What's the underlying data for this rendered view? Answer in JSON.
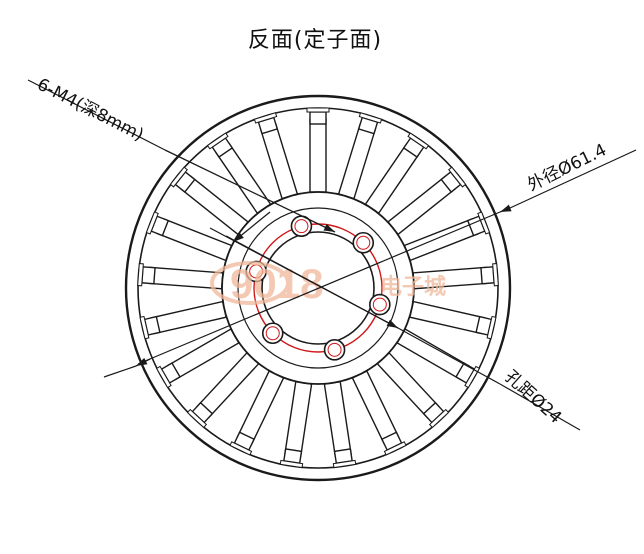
{
  "drawing": {
    "title": "反面(定子面)",
    "labels": {
      "thread_holes": "6-M4(深8mm)",
      "outer_diameter": "外径Ø61.4",
      "hole_spacing": "孔距Ø24"
    },
    "watermark": {
      "number": "9018",
      "text": "电子城"
    },
    "colors": {
      "lines": "#1a1a1a",
      "pitch_circle": "#d01818",
      "watermark": "#f0b89a"
    },
    "counts": {
      "stator_teeth": 21,
      "thread_holes": 6
    }
  }
}
